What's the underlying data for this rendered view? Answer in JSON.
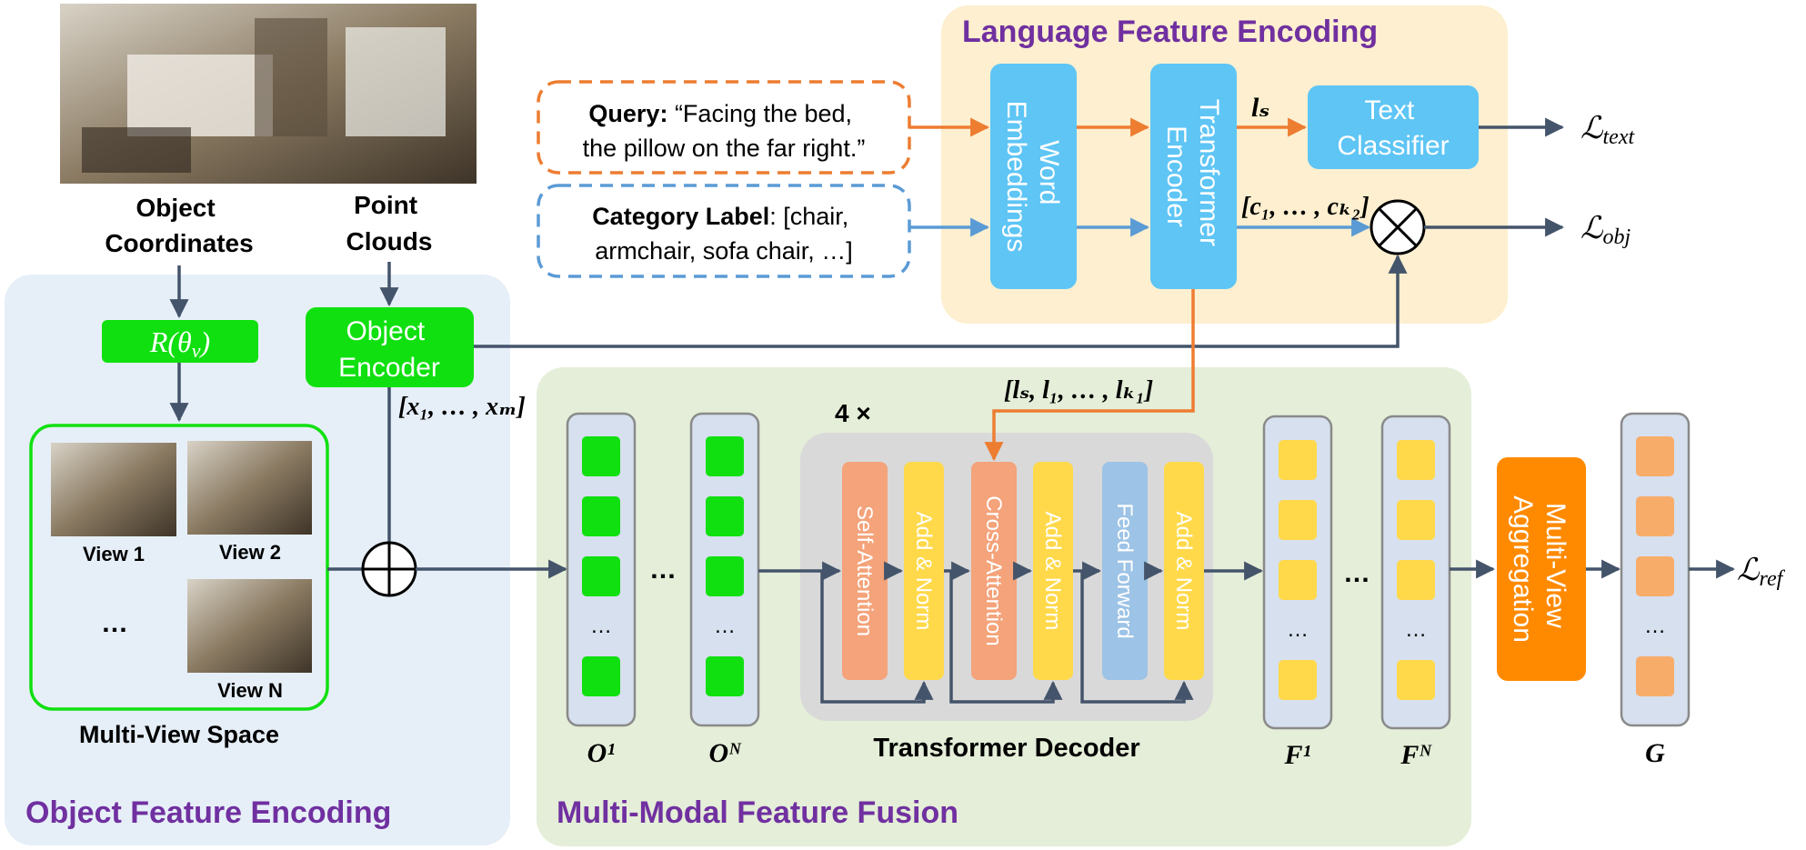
{
  "panels": {
    "language": "Language Feature Encoding",
    "object": "Object Feature Encoding",
    "fusion": "Multi-Modal Feature Fusion"
  },
  "inputs": {
    "object_coordinates": [
      "Object",
      "Coordinates"
    ],
    "point_clouds": [
      "Point",
      "Clouds"
    ],
    "query_prefix": "Query:",
    "query_line1": " “Facing the bed,",
    "query_line2": "the pillow on the far right.”",
    "category_prefix": "Category Label",
    "category_line1": ": [chair,",
    "category_line2": "armchair, sofa chair, …]"
  },
  "modules": {
    "rotation": "R(θ",
    "rotation_sub": "v",
    "object_encoder": [
      "Object",
      "Encoder"
    ],
    "word_embeddings": [
      "Word",
      "Embeddings"
    ],
    "transformer_encoder": [
      "Transformer",
      "Encoder"
    ],
    "text_classifier": [
      "Text",
      "Classifier"
    ],
    "multi_view_aggregation": [
      "Multi-View",
      "Aggregation"
    ],
    "self_attention": "Self-Attention",
    "cross_attention": "Cross-Attention",
    "feed_forward": "Feed Forward",
    "add_norm": "Add & Norm",
    "transformer_decoder": "Transformer Decoder",
    "decoder_repeat": "4 ×"
  },
  "views": {
    "view1": "View 1",
    "view2": "View 2",
    "viewN": "View N",
    "ellipsis": "…",
    "space_label": "Multi-View Space"
  },
  "features": {
    "x_seq": "[x₁, … , xₘ]",
    "ls": "lₛ",
    "c_seq": "[c₁, … , cₖ₂]",
    "l_seq": "[lₛ, l₁, … , lₖ₁]",
    "O1": "O¹",
    "ON": "Oᴺ",
    "F1": "F¹",
    "FN": "Fᴺ",
    "G": "G",
    "dots": "…"
  },
  "losses": {
    "text": "ℒ",
    "text_sub": "text",
    "obj": "ℒ",
    "obj_sub": "obj",
    "ref": "ℒ",
    "ref_sub": "ref"
  },
  "colors": {
    "panel_blue": "#e6eff8",
    "panel_yellow": "#fdefcf",
    "panel_green": "#e4eed8",
    "panel_title": "#7030a0",
    "bright_green": "#10e010",
    "sky_blue": "#5ec5f5",
    "orange": "#ff8a00",
    "salmon": "#f4a37a",
    "gold": "#ffd94a",
    "light_orange": "#f8ac6a",
    "steel": "#9dc3e6",
    "arrow": "#44546a",
    "orange_arrow": "#ed7d31",
    "blue_arrow": "#5b9bd5"
  }
}
